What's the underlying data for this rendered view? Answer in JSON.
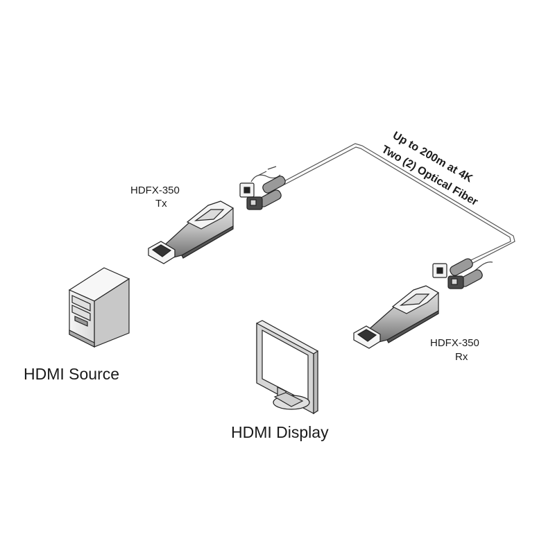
{
  "tx": {
    "model": "HDFX-350",
    "role": "Tx"
  },
  "rx": {
    "model": "HDFX-350",
    "role": "Rx"
  },
  "source": {
    "label": "HDMI Source"
  },
  "display": {
    "label": "HDMI Display"
  },
  "fiber": {
    "distance": "Up to 200m at 4K",
    "type": "Two (2) Optical Fiber"
  },
  "colors": {
    "line": "#333333",
    "fill_light": "#f2f2f2",
    "fill_mid": "#d0d0d0",
    "fill_dark": "#8a8a8a"
  }
}
